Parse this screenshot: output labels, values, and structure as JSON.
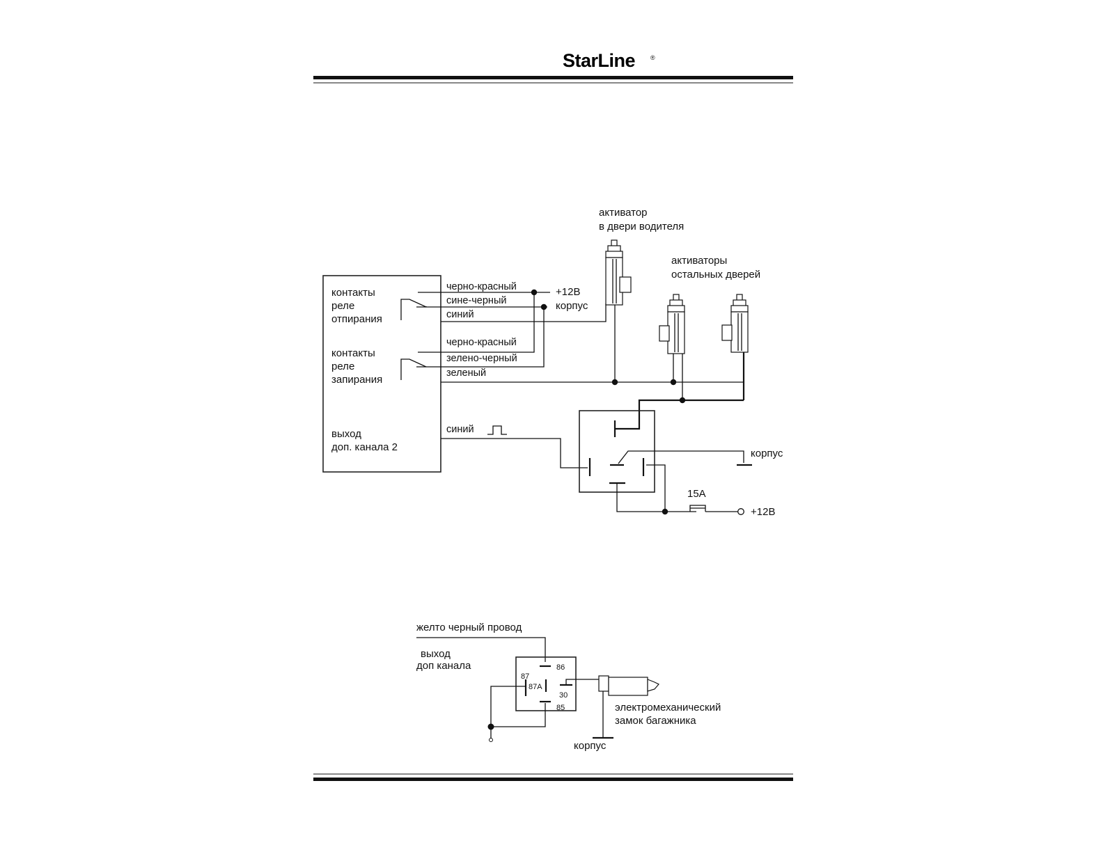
{
  "header": {
    "logo": "StarLine",
    "logo_mark": "®"
  },
  "diagram1": {
    "unlock_relay": [
      "контакты",
      "реле",
      "отпирания"
    ],
    "lock_relay": [
      "контакты",
      "реле",
      "запирания"
    ],
    "aux_output": [
      "выход",
      "доп. канала 2"
    ],
    "wires_top": [
      "черно-красный",
      "сине-черный",
      "синий"
    ],
    "wires_mid": [
      "черно-красный",
      "зелено-черный",
      "зеленый"
    ],
    "wire_aux": "синий",
    "plus12": "+12В",
    "ground": "корпус",
    "driver_actuator": [
      "активатор",
      "в двери водителя"
    ],
    "other_actuators": [
      "активаторы",
      "остальных дверей"
    ],
    "relay_ground": "корпус",
    "fuse": "15А",
    "fuse_plus": "+12В"
  },
  "diagram2": {
    "wire_label": "желто черный провод",
    "aux_output": [
      "выход",
      "доп  канала"
    ],
    "pins": {
      "p86": "86",
      "p87": "87",
      "p87a": "87А",
      "p30": "30",
      "p85": "85"
    },
    "lock_label": [
      "электромеханический",
      "замок багажника"
    ],
    "ground": "корпус"
  }
}
